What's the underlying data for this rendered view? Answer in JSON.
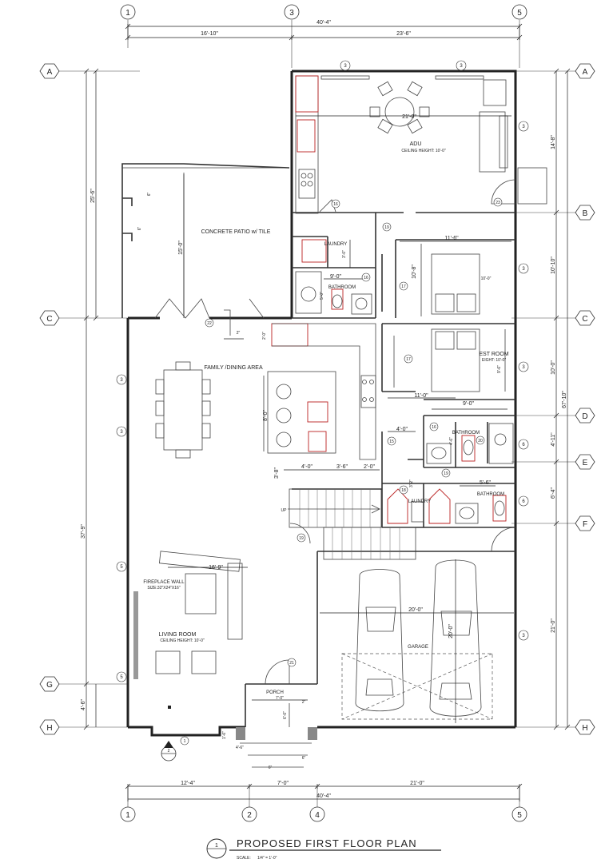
{
  "grid": {
    "columns": [
      "1",
      "3",
      "5"
    ],
    "columns_bottom": [
      "1",
      "2",
      "4",
      "5"
    ],
    "rows_left": [
      "A",
      "C",
      "G",
      "H"
    ],
    "rows_right": [
      "A",
      "B",
      "C",
      "D",
      "E",
      "F",
      "H"
    ]
  },
  "dimensions": {
    "top_overall": "40'-4\"",
    "top_left": "16'-10\"",
    "top_right": "23'-6\"",
    "bottom_overall": "40'-4\"",
    "bottom_1": "12'-4\"",
    "bottom_2": "7'-0\"",
    "bottom_3": "21'-0\"",
    "left_upper": "25'-6\"",
    "left_main": "37'-9\"",
    "left_lower": "4'-6\"",
    "right_1": "14'-8\"",
    "right_2": "10'-10\"",
    "right_3": "10'-0\"",
    "right_total": "67'-10\"",
    "right_4": "4'-11\"",
    "right_5": "6'-4\"",
    "right_6": "21'-0\"",
    "patio_depth": "15'-0\"",
    "patio_step_1": "6\"",
    "patio_step_2": "6\"",
    "adu_width": "21'-0\"",
    "bed1_width": "11'-6\"",
    "bed1_depth": "10'-8\"",
    "ceiling_10": "10'-0\"",
    "laundry_depth": "3'-0\"",
    "bath_width": "9'-0\"",
    "bath_depth": "5'-0\"",
    "door_2ft": "2'-0\"",
    "bar_2": "2\"",
    "bed2_width": "11'-0\"",
    "bed2_depth": "9'-6\"",
    "closet_width": "9'-0\"",
    "hall_4": "4'-0\"",
    "bath2_width": "4'-6\"",
    "island_depth": "8'-0\"",
    "island_1": "4'-0\"",
    "island_2": "3'-6\"",
    "island_3": "2'-0\"",
    "kitchen_3_8": "3'-8\"",
    "stair_3_2": "3'-2\"",
    "bath3_width": "5'-6\"",
    "fireplace_width": "16'-9\"",
    "garage_width": "20'-0\"",
    "garage_depth": "20'-0\"",
    "porch_width": "7'-0\"",
    "porch_depth": "6'-0\"",
    "porch_2": "2\"",
    "step_1_6": "1'-6\"",
    "step_4_6": "4'-6\"",
    "step_6a": "6\"",
    "step_6b": "6\""
  },
  "rooms": {
    "adu": "ADU",
    "adu_ceiling": "CEILING HEIGHT: 10'-0\"",
    "patio": "CONCRETE PATIO w/ TILE",
    "laundry_1": "LAUNDRY",
    "bathroom_1": "BATHROOM",
    "family_dining": "FAMILY /DINING AREA",
    "guest_room": "EST ROOM",
    "guest_ceiling": "EIGHT: 10'-0\"",
    "bathroom_2": "BATHROOM",
    "bathroom_3": "BATHROOM",
    "laundry_2": "LAUNDRY",
    "fireplace": "FIREPLACE WALL",
    "fireplace_size": "SIZE:32\"X24\"X16\"",
    "living_room": "LIVING ROOM",
    "living_ceiling": "CEILING HEIGHT: 10'-0\"",
    "garage": "GARAGE",
    "porch": "PORCH",
    "up": "UP"
  },
  "tags": {
    "t3": "3",
    "t5": "5",
    "t6": "6",
    "t15": "15",
    "t16": "16",
    "t17": "17",
    "t18": "18",
    "t19": "19",
    "t20": "20",
    "t21": "21",
    "t22": "22",
    "t23": "23",
    "t1": "1",
    "t2": "2"
  },
  "title_block": {
    "number": "1",
    "title": "PROPOSED  FIRST  FLOOR   PLAN",
    "scale_label": "SCALE:",
    "scale_value": "1/4\" = 1'-0\""
  }
}
